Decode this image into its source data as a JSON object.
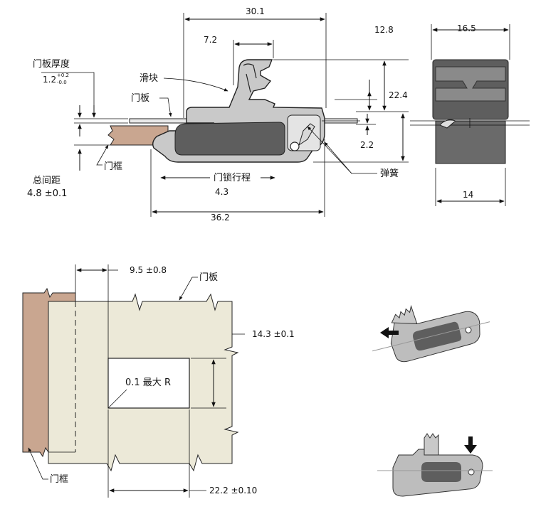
{
  "colors": {
    "latch_body": "#c9c9c9",
    "latch_cavity": "#5e5e5e",
    "door_frame": "#c9a690",
    "door_panel": "#ece9d8",
    "spring_box": "#6a6a6a",
    "line": "#111111"
  },
  "labels": {
    "door_panel_thickness": "门板厚度",
    "slider": "滑块",
    "door_panel": "门板",
    "door_frame": "门框",
    "total_gap": "总间距",
    "lock_travel": "门锁行程",
    "spring": "弹簧",
    "door_panel_bottom": "门板",
    "door_frame_bottom": "门框",
    "cutout_radius": "0.1 最大 R"
  },
  "dimensions": {
    "panel_thickness_base": "1.2",
    "panel_thickness_plus": "+0.2",
    "panel_thickness_minus": "-0.0",
    "total_gap_value": "4.8 ±0.1",
    "width_30_1": "30.1",
    "width_7_2": "7.2",
    "height_12_8": "12.8",
    "height_22_4": "22.4",
    "height_2_2": "2.2",
    "travel_4_3": "4.3",
    "length_36_2": "36.2",
    "width_16_5": "16.5",
    "width_14": "14",
    "offset_9_5": "9.5 ±0.8",
    "height_14_3": "14.3 ±0.1",
    "width_22_2": "22.2 ±0.10"
  }
}
